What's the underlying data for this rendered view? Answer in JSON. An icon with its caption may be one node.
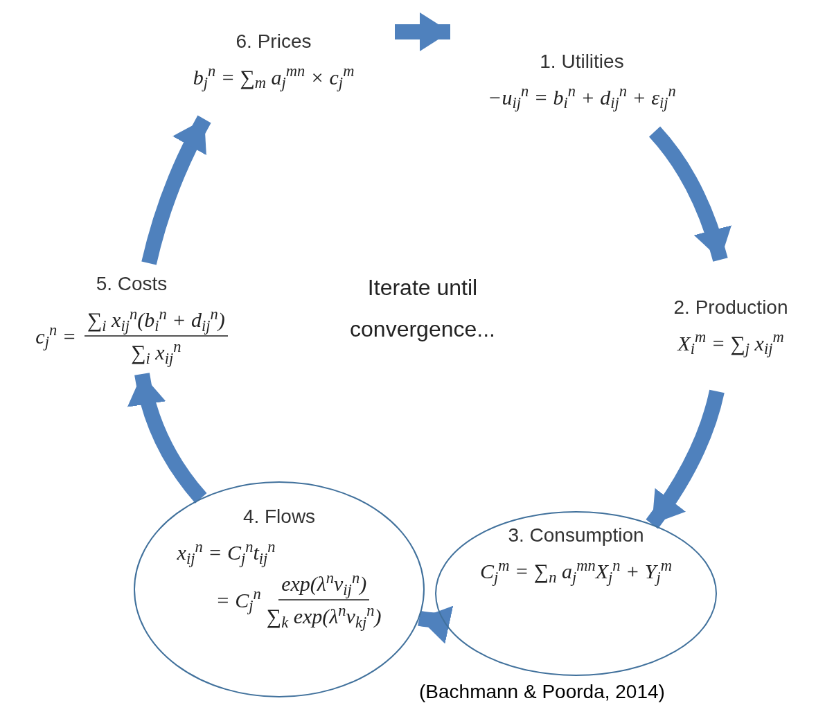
{
  "diagram": {
    "caption": "(Bachmann & Poorda, 2014)",
    "nodes": [
      {
        "text": [
          "1. Utilities",
          "−u$_{ij}$$^{n}$ = b$_{i}$$^{n}$ + d$_{ij}$$^{n}$ + ε$_{ij}$$^{n}$"
        ]
      },
      {
        "text": [
          "2. Production",
          "X$_{i}$$^{m}$ = ∑$_{j}$ x$_{ij}$$^{m}$"
        ]
      },
      {
        "text": [
          "3. Consumption",
          "C$_{j}$$^{m}$ = ∑$_{n}$ a$_{j}$$^{mn}$X$_{j}$$^{n}$ + Y$_{j}$$^{m}$"
        ]
      },
      {
        "text": [
          "4. Flows",
          "x$_{ij}$$^{n}$ = C$_{j}$$^{n}$t$_{ij}$$^{n}$",
          "= C$_{j}$$^{n}$",
          "exp(λ$^{n}$v$_{ij}$$^{n}$)",
          "∑$_{k}$ exp(λ$^{n}$v$_{kj}$$^{n}$)"
        ]
      },
      {
        "text": [
          "5. Costs",
          "c$_{j}$$^{n}$ =",
          "∑$_{i}$ x$_{ij}$$^{n}$(b$_{i}$$^{n}$ + d$_{ij}$$^{n}$)",
          "∑$_{i}$ x$_{ij}$$^{n}$"
        ]
      },
      {
        "text": [
          "6. Prices",
          "b$_{j}$$^{n}$ = ∑$_{m}$ a$_{j}$$^{mn}$ × c$_{j}$$^{m}$"
        ]
      }
    ],
    "edges": [
      {
        "from": 5,
        "to": 0,
        "arrow": "to"
      },
      {
        "from": 0,
        "to": 1,
        "arrow": "to"
      },
      {
        "from": 1,
        "to": 2,
        "arrow": "to"
      },
      {
        "from": 2,
        "to": 3,
        "arrow": "to"
      },
      {
        "from": 3,
        "to": 4,
        "arrow": "to"
      },
      {
        "from": 4,
        "to": 5,
        "arrow": "to"
      }
    ],
    "labels": [
      "Iterate until convergence..."
    ]
  }
}
